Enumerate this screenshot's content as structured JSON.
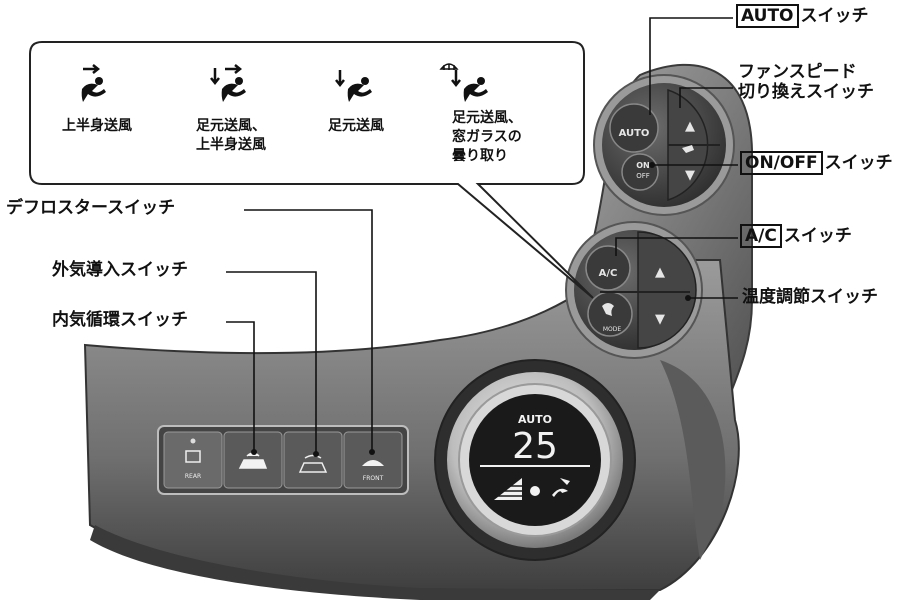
{
  "modes": [
    {
      "icon": "upper-body-airflow-icon",
      "label_lines": [
        "上半身送風"
      ]
    },
    {
      "icon": "foot-and-upper-body-airflow-icon",
      "label_lines": [
        "足元送風、",
        "上半身送風"
      ]
    },
    {
      "icon": "foot-airflow-icon",
      "label_lines": [
        "足元送風"
      ]
    },
    {
      "icon": "foot-and-defrost-airflow-icon",
      "label_lines": [
        "足元送風、",
        "窓ガラスの",
        "曇り取り"
      ]
    }
  ],
  "callouts": {
    "auto_switch": {
      "boxed": "AUTO",
      "text": "スイッチ"
    },
    "fan_speed_switch": {
      "line1": "ファンスピード",
      "line2": "切り換えスイッチ"
    },
    "on_off_switch": {
      "boxed": "ON/OFF",
      "text": "スイッチ"
    },
    "ac_switch": {
      "boxed": "A/C",
      "text": "スイッチ"
    },
    "temp_switch": {
      "text": "温度調節スイッチ"
    },
    "defroster_switch": {
      "text": "デフロスタースイッチ"
    },
    "fresh_air_switch": {
      "text": "外気導入スイッチ"
    },
    "recirculation_switch": {
      "text": "内気循環スイッチ"
    }
  },
  "panel_labels": {
    "auto_button": "AUTO",
    "on_label": "ON",
    "off_label": "OFF",
    "ac_button": "A/C",
    "mode_button": "MODE",
    "up_arrow": "▲",
    "down_arrow": "▼",
    "rear_button": "REAR",
    "front_button": "FRONT"
  },
  "display": {
    "mode": "AUTO",
    "temperature": "25"
  },
  "colors": {
    "panel_dark": "#4a4a4a",
    "panel_mid": "#8a8a8a",
    "panel_light": "#c4c4c4",
    "leader_line": "#111111"
  }
}
